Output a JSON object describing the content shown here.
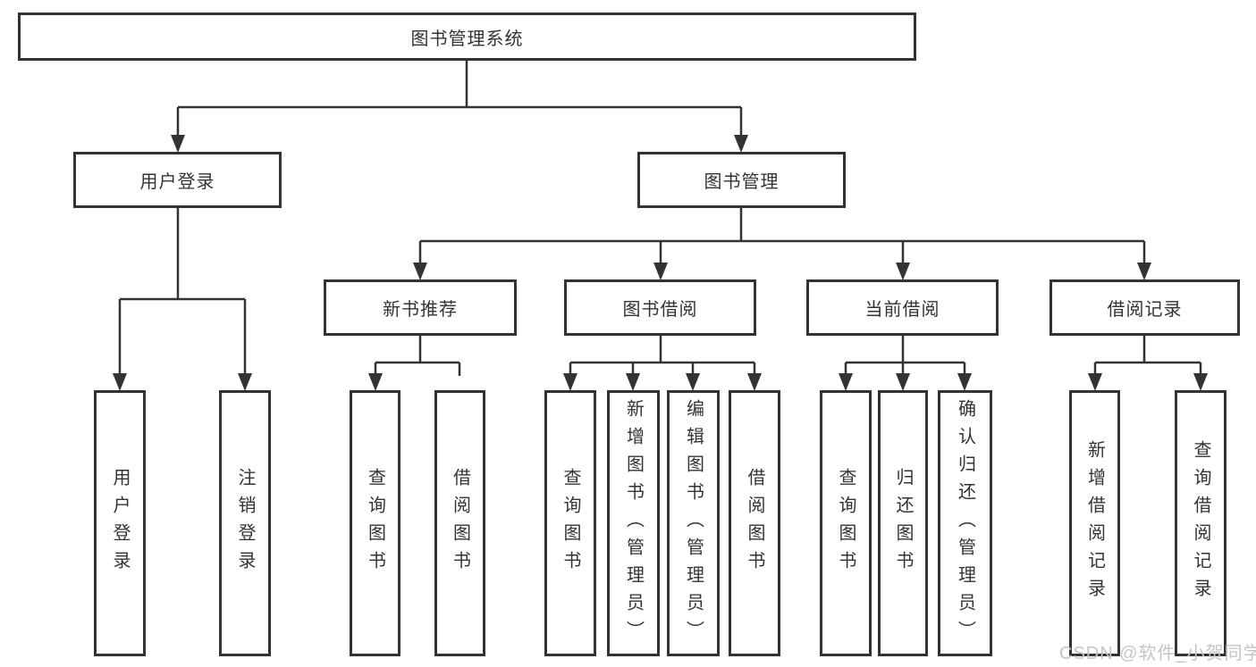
{
  "diagram": {
    "root": "图书管理系统",
    "branches": [
      {
        "label": "用户登录",
        "leaves": [
          "用户登录",
          "注销登录"
        ]
      },
      {
        "label": "图书管理",
        "children": [
          {
            "label": "新书推荐",
            "leaves": [
              "查询图书",
              "借阅图书"
            ]
          },
          {
            "label": "图书借阅",
            "leaves": [
              "查询图书",
              "新增图书（管理员）",
              "编辑图书（管理员）",
              "借阅图书"
            ]
          },
          {
            "label": "当前借阅",
            "leaves": [
              "查询图书",
              "归还图书",
              "确认归还（管理员）"
            ]
          },
          {
            "label": "借阅记录",
            "leaves": [
              "新增借阅记录",
              "查询借阅记录"
            ]
          }
        ]
      }
    ]
  },
  "watermark": {
    "text": "CSDN @软件_小贺同学",
    "color": "#c5c5c5"
  },
  "colors": {
    "line": "#333333",
    "box_border": "#333333",
    "text": "#333333",
    "background": "#ffffff"
  },
  "icons": {
    "connector_arrow": "arrow-down"
  }
}
